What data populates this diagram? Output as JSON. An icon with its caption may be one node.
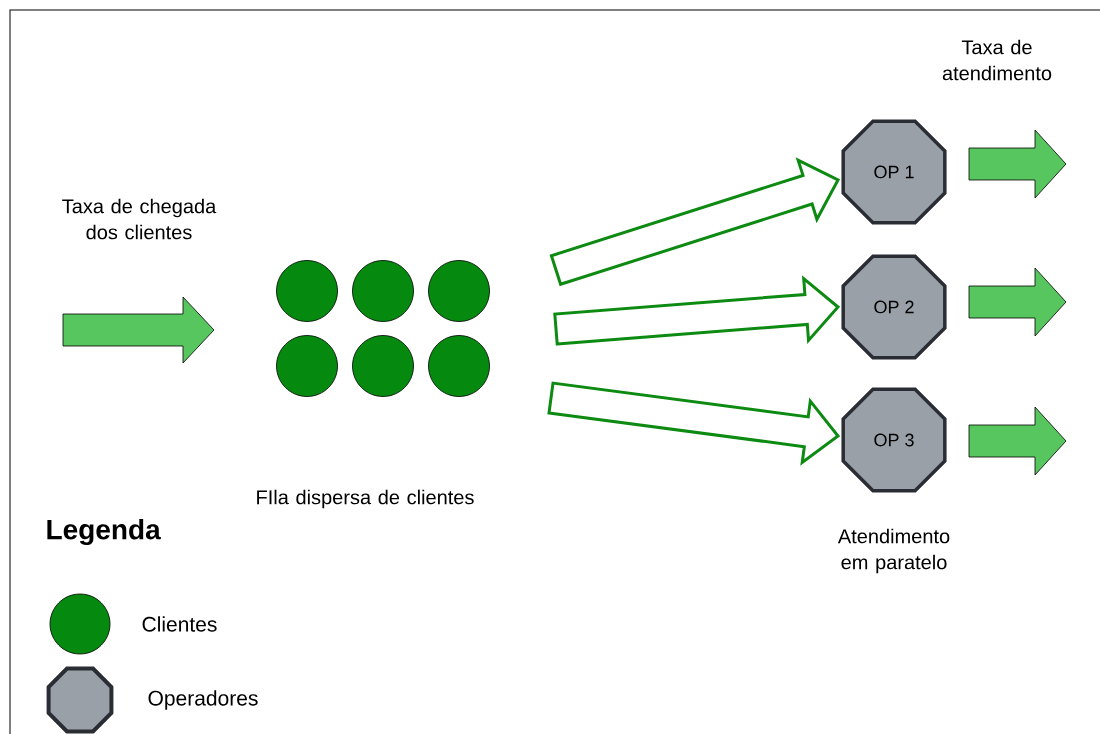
{
  "diagram": {
    "nodes": [
      {
        "text": [],
        "shape": "circle"
      },
      {
        "text": [],
        "shape": "circle"
      },
      {
        "text": [],
        "shape": "circle"
      },
      {
        "text": [],
        "shape": "circle"
      },
      {
        "text": [],
        "shape": "circle"
      },
      {
        "text": [],
        "shape": "circle"
      },
      {
        "text": [
          "OP 1"
        ]
      },
      {
        "text": [
          "OP 2"
        ]
      },
      {
        "text": [
          "OP 3"
        ]
      }
    ],
    "edges": [
      {
        "from": null,
        "to": 6,
        "arrow": "to"
      },
      {
        "from": null,
        "to": 7,
        "arrow": "to"
      },
      {
        "from": null,
        "to": 8,
        "arrow": "to"
      }
    ],
    "labels": [
      "Taxa de atendimento",
      "Taxa de chegada dos clientes",
      "FIla dispersa de clientes",
      "Legenda",
      "Atendimento em paratelo"
    ],
    "legend": [
      {
        "text": "Clientes"
      },
      {
        "text": "Operadores"
      }
    ]
  }
}
